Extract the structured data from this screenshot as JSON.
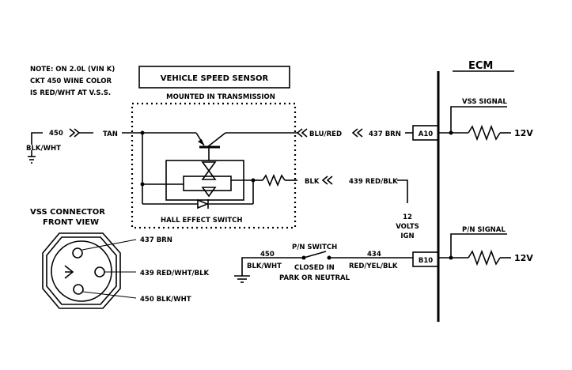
{
  "note": {
    "line1": "NOTE:  ON 2.0L (VIN K)",
    "line2": "CKT 450  WINE COLOR",
    "line3": "IS RED/WHT AT  V.S.S."
  },
  "vss": {
    "title": "VEHICLE SPEED SENSOR",
    "subtitle": "MOUNTED IN TRANSMISSION",
    "hall_label": "HALL EFFECT SWITCH"
  },
  "wires": {
    "w450_num": "450",
    "w450_color_left": "BLK/WHT",
    "tan": "TAN",
    "blu_red": "BLU/RED",
    "w437": "437  BRN",
    "blk": "BLK",
    "w439": "439  RED/BLK",
    "volts_12": "12",
    "volts": "VOLTS",
    "ign": "IGN",
    "w450b_num": "450",
    "w450b_color": "BLK/WHT",
    "pn_switch": "P/N SWITCH",
    "closed_in": "CLOSED IN",
    "park_neutral": "PARK OR NEUTRAL",
    "w434_num": "434",
    "w434_color": "RED/YEL/BLK"
  },
  "ecm": {
    "title": "ECM",
    "vss_signal": "VSS SIGNAL",
    "pin_a10": "A10",
    "v12_top": "12V",
    "pn_signal": "P/N SIGNAL",
    "pin_b10": "B10",
    "v12_bottom": "12V"
  },
  "connector": {
    "title_line1": "VSS CONNECTOR",
    "title_line2": "FRONT VIEW",
    "pin1": "437  BRN",
    "pin2": "439  RED/WHT/BLK",
    "pin3": "450  BLK/WHT"
  }
}
